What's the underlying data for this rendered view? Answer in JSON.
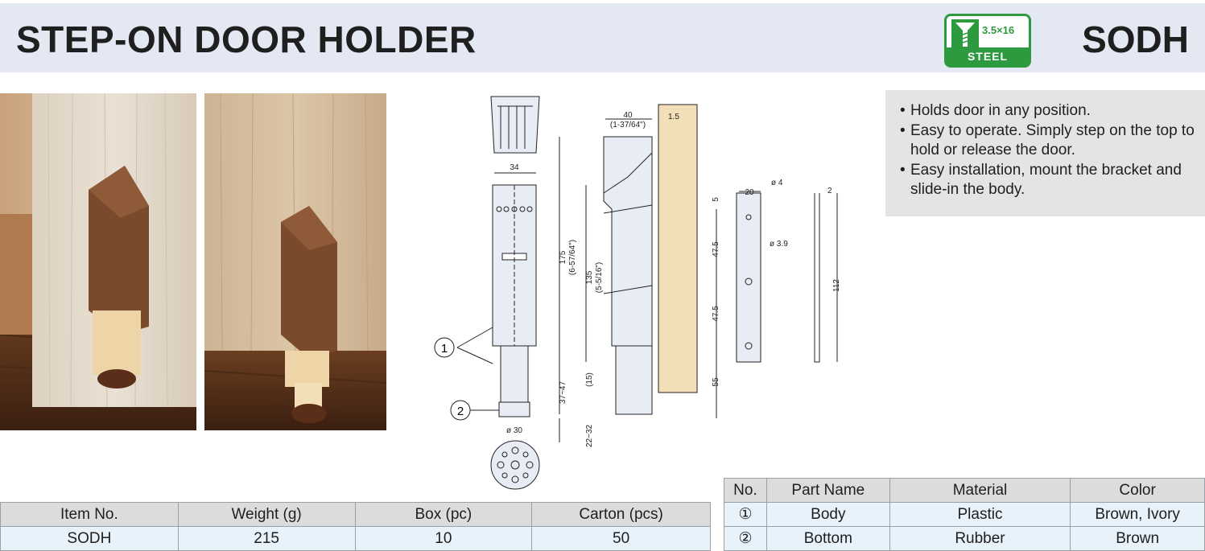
{
  "header": {
    "title": "STEP-ON DOOR HOLDER",
    "code": "SODH",
    "screw_badge": {
      "size": "3.5×16",
      "material": "STEEL",
      "icon": "screw-icon",
      "color": "#2e9a3f"
    }
  },
  "features": [
    "Holds door in any position.",
    "Easy to operate. Simply step on the top to hold or release the door.",
    "Easy installation, mount the bracket and slide-in the body."
  ],
  "drawing": {
    "callouts": [
      "1",
      "2"
    ],
    "dims": {
      "w34": "34",
      "d30": "ø 30",
      "w40": "40",
      "w40in": "(1-37/64\")",
      "t15": "1.5",
      "h175": "175",
      "h175in": "(6-57/64\")",
      "h135": "135",
      "h135in": "(5-5/16\")",
      "h15": "(15)",
      "h3747": "37~47",
      "h2232": "22~32",
      "b20": "20",
      "d4": "ø 4",
      "b5": "5",
      "b475a": "47.5",
      "d39": "ø 3.9",
      "b475b": "47.5",
      "b55": "55",
      "t2": "2",
      "h112": "112"
    }
  },
  "spec_table": {
    "headers": [
      "Item No.",
      "Weight (g)",
      "Box (pc)",
      "Carton (pcs)"
    ],
    "rows": [
      [
        "SODH",
        "215",
        "10",
        "50"
      ]
    ]
  },
  "parts_table": {
    "headers": [
      "No.",
      "Part Name",
      "Material",
      "Color"
    ],
    "rows": [
      [
        "①",
        "Body",
        "Plastic",
        "Brown, Ivory"
      ],
      [
        "②",
        "Bottom",
        "Rubber",
        "Brown"
      ]
    ]
  }
}
